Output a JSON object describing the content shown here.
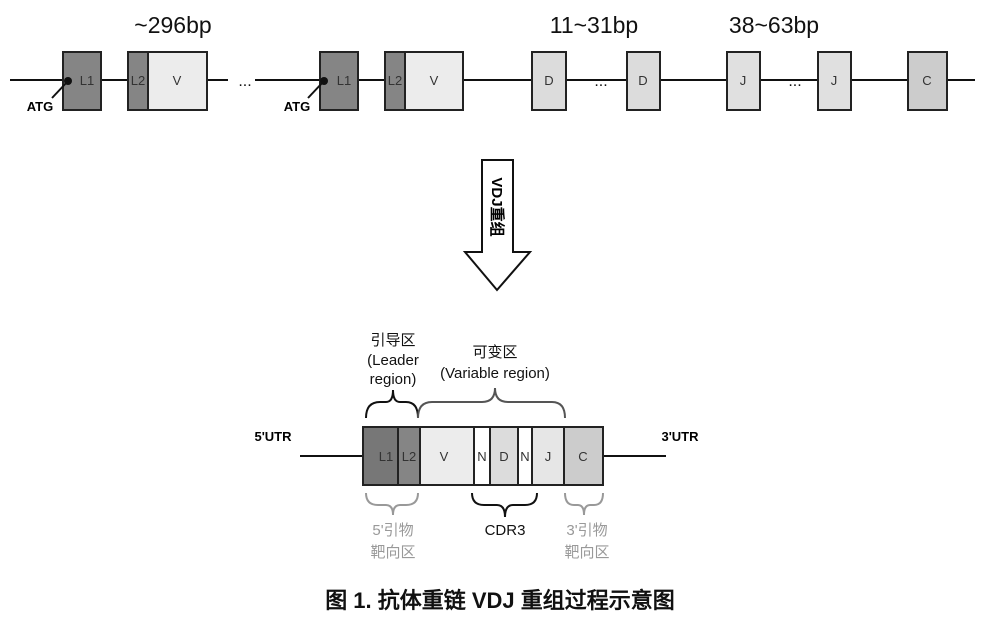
{
  "top": {
    "size_labels": [
      "~296bp",
      "11~31bp",
      "38~63bp"
    ],
    "atg": "ATG",
    "segments": {
      "l1": "L1",
      "l2": "L2",
      "v": "V",
      "d": "D",
      "j": "J",
      "c": "C"
    },
    "ellipsis": "..."
  },
  "arrow_label": "VDJ重组",
  "bottom": {
    "utr5": "5'UTR",
    "utr3": "3'UTR",
    "segments": [
      "L1",
      "L2",
      "V",
      "N",
      "D",
      "N",
      "J",
      "C"
    ],
    "leader": [
      "引导区",
      "(Leader",
      "region)"
    ],
    "variable": [
      "可变区",
      "(Variable region)"
    ],
    "primer5": [
      "5'引物",
      "靶向区"
    ],
    "cdr3": "CDR3",
    "primer3": [
      "3'引物",
      "靶向区"
    ]
  },
  "caption": "图 1. 抗体重链 VDJ 重组过程示意图",
  "colors": {
    "dark": "#858585",
    "light": "#ececec",
    "mid": "#d9d9d9",
    "c": "#cccccc"
  }
}
